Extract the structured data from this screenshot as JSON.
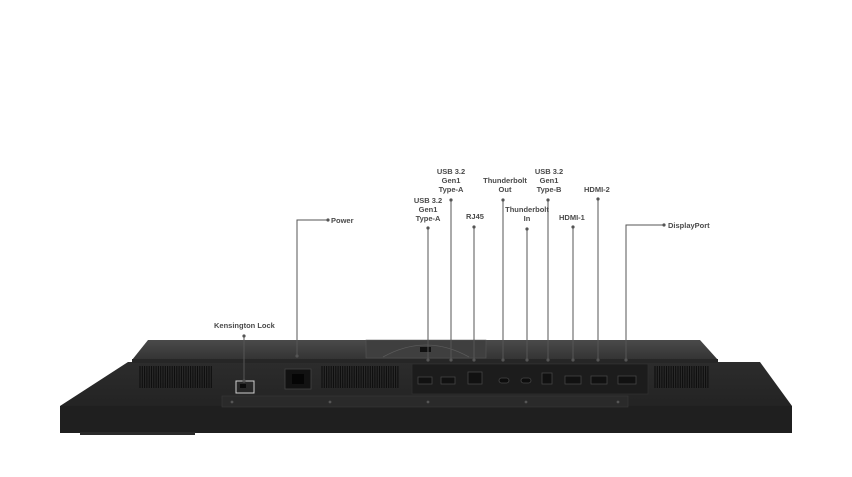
{
  "callouts": {
    "power": "Power",
    "kensington_lock": "Kensington Lock",
    "usb_a_left": [
      "USB 3.2",
      "Gen1",
      "Type-A"
    ],
    "usb_a_top": [
      "USB 3.2",
      "Gen1",
      "Type-A"
    ],
    "rj45": "RJ45",
    "thunderbolt_out": [
      "Thunderbolt",
      "Out"
    ],
    "thunderbolt_in": [
      "Thunderbolt",
      "In"
    ],
    "usb_b": [
      "USB 3.2",
      "Gen1",
      "Type-B"
    ],
    "hdmi_1": "HDMI-1",
    "hdmi_2": "HDMI-2",
    "displayport": "DisplayPort"
  },
  "colors": {
    "background": "#ffffff",
    "monitor_body": "#2b2b2b",
    "monitor_top": "#3a3a3a",
    "leader_line": "#555555",
    "label_text": "#4a4a4a"
  }
}
